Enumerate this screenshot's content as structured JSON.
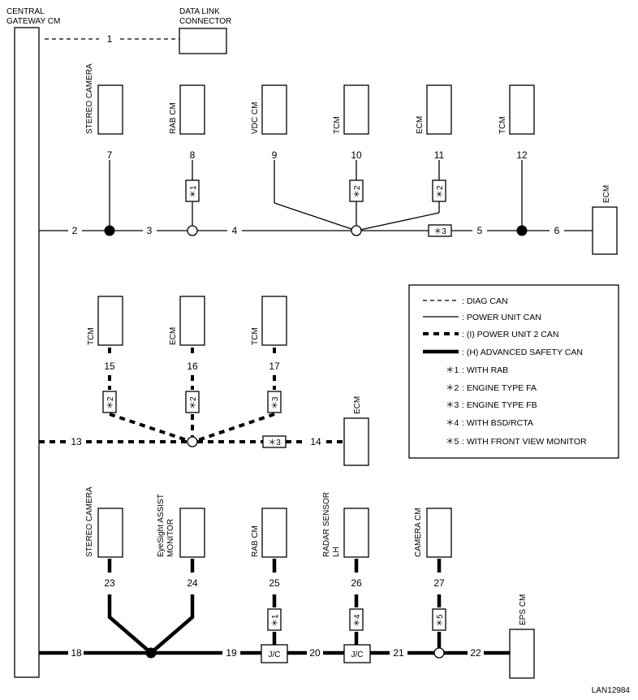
{
  "labels": {
    "central_gateway": [
      "CENTRAL",
      "GATEWAY CM"
    ],
    "data_link": [
      "DATA LINK",
      "CONNECTOR"
    ],
    "stereo_camera_1": "STEREO CAMERA",
    "rab_cm_1": "RAB CM",
    "vdc_cm": "VDC CM",
    "tcm_1": "TCM",
    "ecm_1": "ECM",
    "tcm_2": "TCM",
    "ecm_2": "ECM",
    "tcm_3": "TCM",
    "ecm_3": "ECM",
    "tcm_4": "TCM",
    "ecm_4": "ECM",
    "stereo_camera_2": "STEREO CAMERA",
    "eyesight_monitor": [
      "EyeSight ASSIST",
      "MONITOR"
    ],
    "rab_cm_2": "RAB CM",
    "radar_sensor": [
      "RADAR SENSOR",
      "LH"
    ],
    "camera_cm": "CAMERA CM",
    "eps_cm": "EPS CM",
    "jc": "J/C",
    "figure_id": "LAN12984"
  },
  "wire_numbers": [
    "1",
    "2",
    "3",
    "4",
    "5",
    "6",
    "7",
    "8",
    "9",
    "10",
    "11",
    "12",
    "13",
    "14",
    "15",
    "16",
    "17",
    "18",
    "19",
    "20",
    "21",
    "22",
    "23",
    "24",
    "25",
    "26",
    "27"
  ],
  "conditions": {
    "c1": "＊1",
    "c2": "＊2",
    "c3": "＊3",
    "c4": "＊4",
    "c5": "＊5"
  },
  "legend": {
    "lines": [
      {
        "style": "dashed-thin",
        "text": ": DIAG CAN"
      },
      {
        "style": "solid-thin",
        "text": ": POWER UNIT CAN"
      },
      {
        "style": "dashed-thick",
        "text": ": (I) POWER UNIT 2 CAN"
      },
      {
        "style": "solid-thick",
        "text": ": (H) ADVANCED SAFETY CAN"
      }
    ],
    "notes": [
      {
        "mark": "＊1",
        "text": ": WITH RAB"
      },
      {
        "mark": "＊2",
        "text": ": ENGINE TYPE FA"
      },
      {
        "mark": "＊3",
        "text": ": ENGINE TYPE FB"
      },
      {
        "mark": "＊4",
        "text": ": WITH BSD/RCTA"
      },
      {
        "mark": "＊5",
        "text": ": WITH FRONT VIEW MONITOR"
      }
    ]
  }
}
